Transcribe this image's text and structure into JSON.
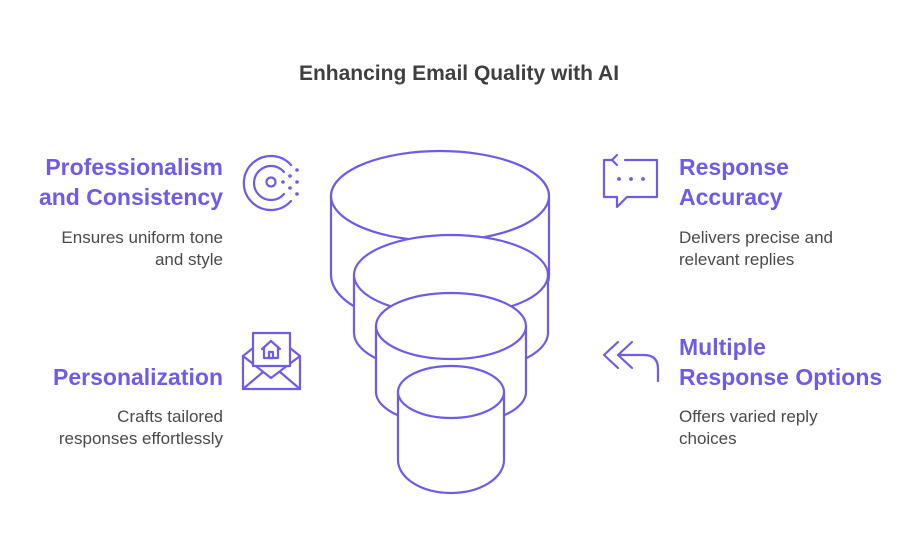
{
  "title": "Enhancing Email Quality with AI",
  "colors": {
    "accent": "#6e5ce6",
    "heading_text": "#3f3f3f",
    "body_text": "#4a4a4a"
  },
  "items": [
    {
      "heading_lines": [
        "Professionalism",
        "and Consistency"
      ],
      "desc_lines": [
        "Ensures uniform tone",
        "and style"
      ],
      "icon": "professionalism-icon",
      "side": "left"
    },
    {
      "heading_lines": [
        "Personalization"
      ],
      "desc_lines": [
        "Crafts tailored",
        "responses effortlessly"
      ],
      "icon": "envelope-home-icon",
      "side": "left"
    },
    {
      "heading_lines": [
        "Response",
        "Accuracy"
      ],
      "desc_lines": [
        "Delivers precise and",
        "relevant replies"
      ],
      "icon": "chat-bubble-icon",
      "side": "right"
    },
    {
      "heading_lines": [
        "Multiple",
        "Response Options"
      ],
      "desc_lines": [
        "Offers varied reply",
        "choices"
      ],
      "icon": "double-arrow-back-icon",
      "side": "right"
    }
  ]
}
